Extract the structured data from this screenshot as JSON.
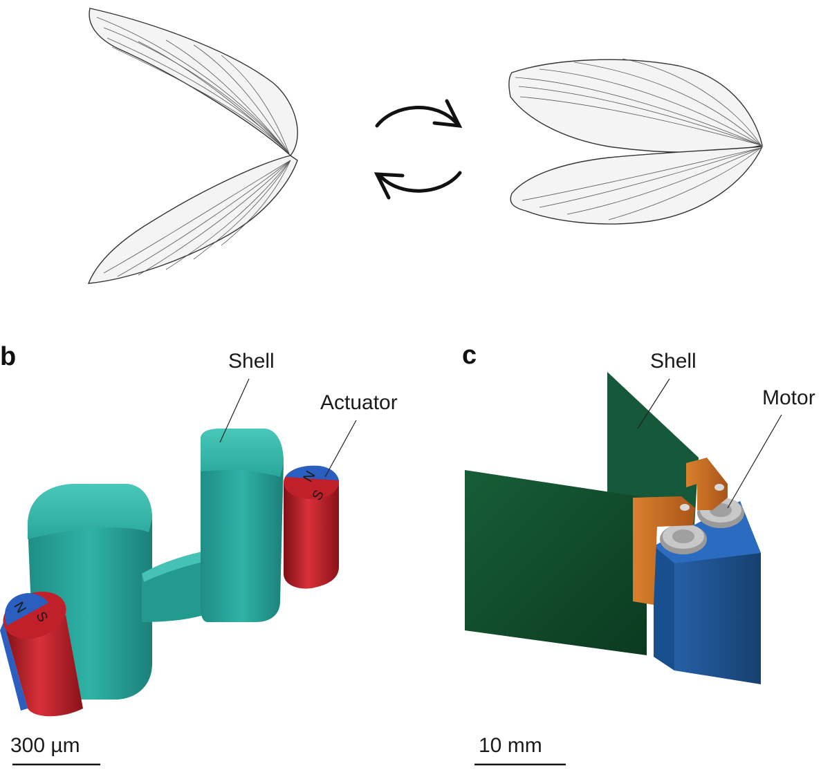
{
  "panel_b": {
    "letter": "b",
    "labels": {
      "shell": "Shell",
      "actuator": "Actuator"
    },
    "magnet_left": {
      "north": "N",
      "south": "S"
    },
    "magnet_right": {
      "north": "N",
      "south": "S"
    },
    "scale_bar": "300 µm",
    "colors": {
      "shell": "#2aa79b",
      "magnet_red": "#c0202a",
      "magnet_blue": "#2a5fc0"
    }
  },
  "panel_c": {
    "letter": "c",
    "labels": {
      "shell": "Shell",
      "motor": "Motor"
    },
    "scale_bar": "10 mm",
    "colors": {
      "shell": "#0f4a2a",
      "bracket": "#c96a1e",
      "body": "#1c4f8e",
      "motor": "#b8b8b8"
    }
  }
}
